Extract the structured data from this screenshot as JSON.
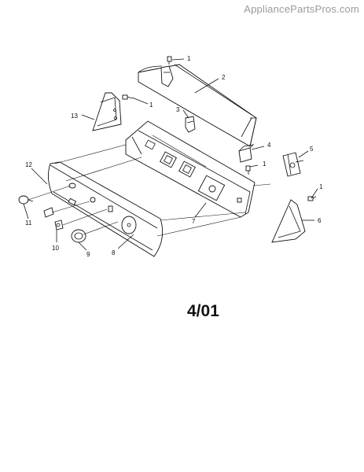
{
  "watermark": "AppliancePartsPros.com",
  "revision": "4/01",
  "callouts": [
    "1",
    "2",
    "1",
    "3",
    "13",
    "1",
    "4",
    "5",
    "1",
    "1",
    "12",
    "6",
    "11",
    "7",
    "10",
    "9",
    "8"
  ]
}
